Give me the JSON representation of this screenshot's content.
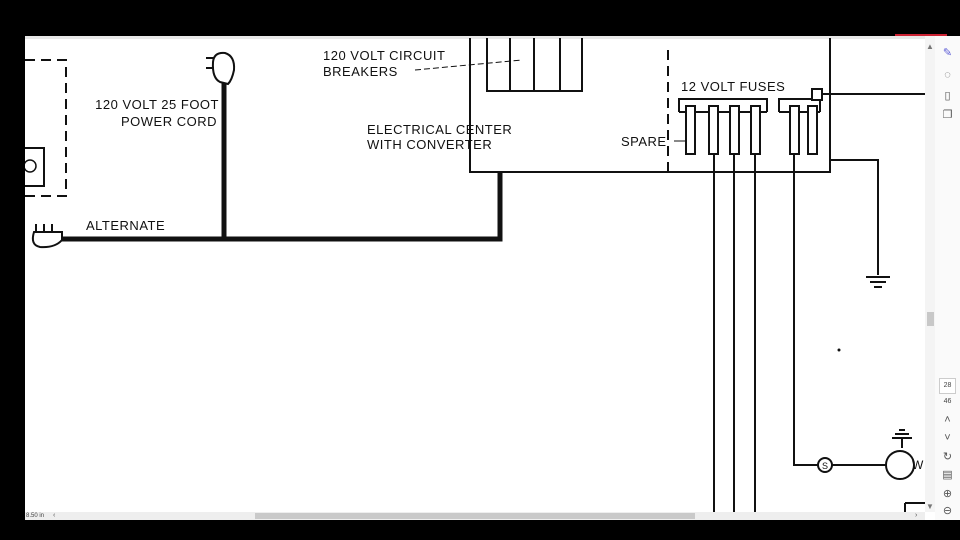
{
  "diagram": {
    "power_cord_label_1": "120 VOLT 25 FOOT",
    "power_cord_label_2": "POWER CORD",
    "alternate_label": "ALTERNATE",
    "breakers_label_1": "120 VOLT CIRCUIT",
    "breakers_label_2": "BREAKERS",
    "center_label_1": "ELECTRICAL CENTER",
    "center_label_2": "WITH CONVERTER",
    "fuses_label": "12 VOLT FUSES",
    "spare_label": "SPARE",
    "switch_symbol": "S",
    "partial_label": "W"
  },
  "viewer": {
    "page_current": "28",
    "page_total": "46",
    "page_size": "8.50 in",
    "sidebar_icons": [
      "edit-icon",
      "comment-icon",
      "bookmark-icon",
      "copy-icon"
    ],
    "tool_icons": [
      "page-up-icon",
      "page-down-icon",
      "rotate-icon",
      "page-view-icon",
      "zoom-in-icon",
      "zoom-out-icon"
    ]
  }
}
